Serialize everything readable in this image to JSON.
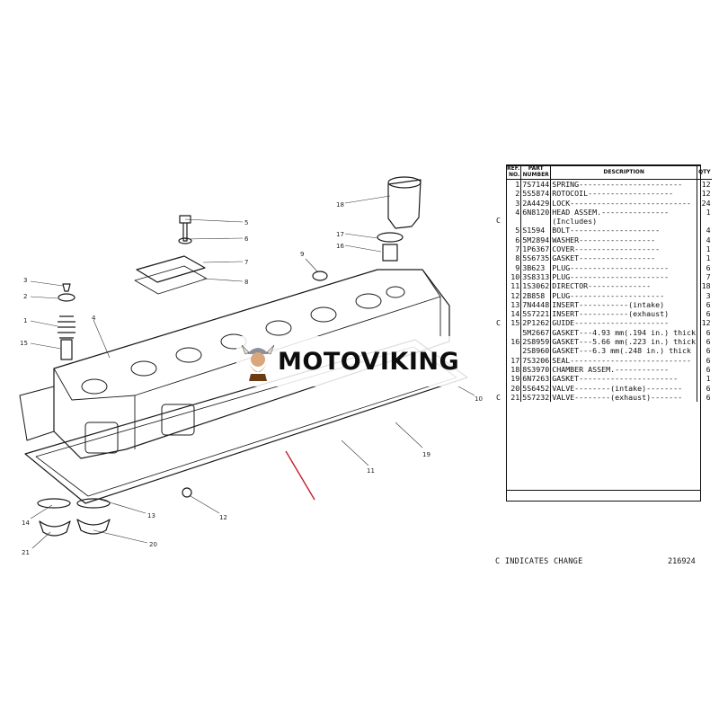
{
  "callouts": [
    "5",
    "6",
    "7",
    "8",
    "9",
    "18",
    "17",
    "16",
    "3",
    "2",
    "1",
    "15",
    "4",
    "10",
    "19",
    "11",
    "12",
    "13",
    "14",
    "21",
    "20"
  ],
  "table": {
    "headers": {
      "ref": "REF. NO.",
      "part": "PART NUMBER",
      "desc": "DESCRIPTION",
      "qty": "QTY"
    },
    "rows": [
      {
        "ref": "1",
        "part": "7S7144",
        "desc": "SPRING-----------------------",
        "qty": "12"
      },
      {
        "ref": "2",
        "part": "5S5874",
        "desc": "ROTOCOIL-------------------",
        "qty": "12"
      },
      {
        "ref": "3",
        "part": "2A4429",
        "desc": "LOCK---------------------------",
        "qty": "24"
      },
      {
        "ref": "4",
        "part": "6N8120",
        "desc": "HEAD ASSEM.---------------",
        "qty": "1"
      },
      {
        "ref": "",
        "part": "",
        "desc": "   (Includes)",
        "qty": ""
      },
      {
        "ref": "5",
        "part": "S1594",
        "desc": "   BOLT--------------------",
        "qty": "4"
      },
      {
        "ref": "6",
        "part": "5M2894",
        "desc": "   WASHER-----------------",
        "qty": "4"
      },
      {
        "ref": "7",
        "part": "1P6367",
        "desc": "   COVER-------------------",
        "qty": "1"
      },
      {
        "ref": "8",
        "part": "5S6735",
        "desc": "   GASKET-----------------",
        "qty": "1"
      },
      {
        "ref": "9",
        "part": "3B623",
        "desc": "   PLUG----------------------",
        "qty": "6"
      },
      {
        "ref": "10",
        "part": "3S8313",
        "desc": "   PLUG----------------------",
        "qty": "7"
      },
      {
        "ref": "11",
        "part": "1S3062",
        "desc": "   DIRECTOR--------------",
        "qty": "18"
      },
      {
        "ref": "12",
        "part": "2B858",
        "desc": "   PLUG---------------------",
        "qty": "3"
      },
      {
        "ref": "13",
        "part": "7N4448",
        "desc": "   INSERT-----------(intake)",
        "qty": "6"
      },
      {
        "ref": "14",
        "part": "5S7221",
        "desc": "   INSERT-----------(exhaust)",
        "qty": "6"
      },
      {
        "ref": "15",
        "part": "2P1262",
        "desc": "   GUIDE---------------------",
        "qty": "12"
      },
      {
        "ref": "",
        "part": "5M2667",
        "desc": "GASKET---4.93 mm(.194 in.) thick",
        "qty": "6"
      },
      {
        "ref": "16",
        "part": "2S8959",
        "desc": "GASKET---5.66 mm(.223 in.) thick",
        "qty": "6"
      },
      {
        "ref": "",
        "part": "2S8960",
        "desc": "GASKET---6.3 mm(.248 in.) thick",
        "qty": "6"
      },
      {
        "ref": "17",
        "part": "7S3206",
        "desc": "SEAL---------------------------",
        "qty": "6"
      },
      {
        "ref": "18",
        "part": "8S3970",
        "desc": "CHAMBER ASSEM.------------",
        "qty": "6"
      },
      {
        "ref": "19",
        "part": "6N7263",
        "desc": "GASKET----------------------",
        "qty": "1"
      },
      {
        "ref": "20",
        "part": "5S6452",
        "desc": "VALVE--------(intake)--------",
        "qty": "6"
      },
      {
        "ref": "21",
        "part": "5S7232",
        "desc": "VALVE--------(exhaust)-------",
        "qty": "6"
      }
    ],
    "change_markers": [
      "C",
      "C",
      "C"
    ]
  },
  "footnote": "C INDICATES CHANGE",
  "drawing_number": "216924",
  "watermark": {
    "text": "MOTOVIKING"
  }
}
